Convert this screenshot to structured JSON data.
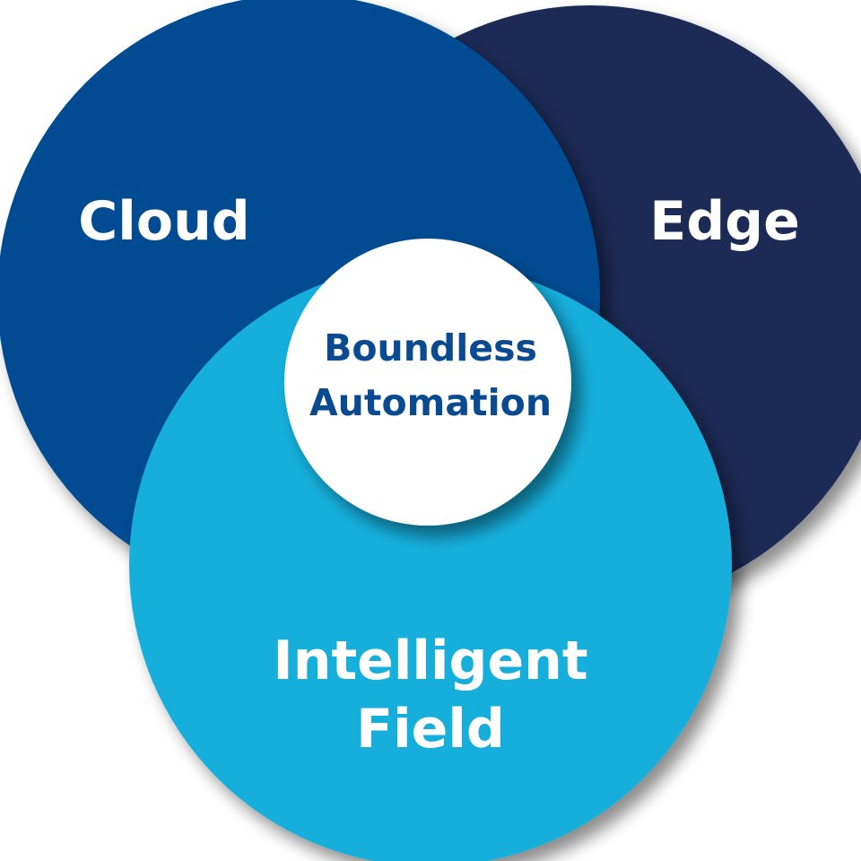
{
  "diagram": {
    "sets": {
      "cloud": {
        "label": "Cloud",
        "color": "#064c92"
      },
      "edge": {
        "label": "Edge",
        "color": "#1c2a56"
      },
      "field": {
        "label_line1": "Intelligent",
        "label_line2": "Field",
        "color": "#14afdc"
      }
    },
    "center": {
      "label_line1": "Boundless",
      "label_line2": "Automation",
      "fill": "#ffffff",
      "text_color": "#0a4a91"
    }
  }
}
